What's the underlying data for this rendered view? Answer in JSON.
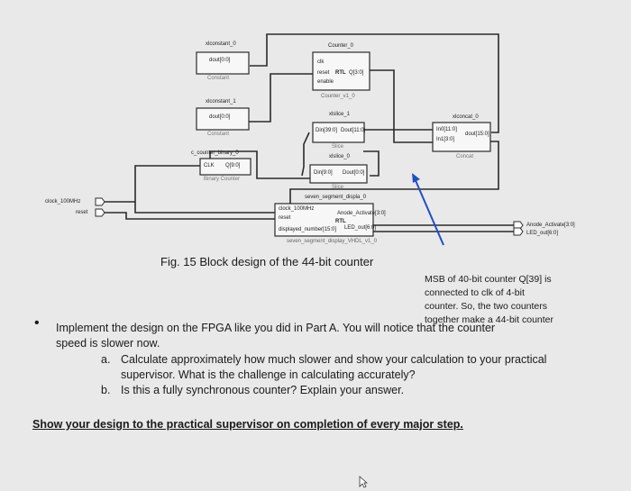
{
  "diagram": {
    "blocks": {
      "xlconstant_0": {
        "title": "xlconstant_0",
        "port": "dout[0:0]",
        "subtitle": "Constant"
      },
      "xlconstant_1": {
        "title": "xlconstant_1",
        "port": "dout[0:0]",
        "subtitle": "Constant"
      },
      "counter_binary_0": {
        "title": "c_counter_binary_0",
        "ports": [
          "CLK",
          "Q[9:0]"
        ],
        "subtitle": "Binary Counter"
      },
      "counter_0": {
        "title": "Counter_0",
        "ports": [
          "clk",
          "reset",
          "enable",
          "Q[3:0]"
        ],
        "badge": "RTL",
        "subtitle": "Counter_v1_0"
      },
      "xlslice_1": {
        "title": "xlslice_1",
        "ports": [
          "Din[39:0]",
          "Dout[11:0]"
        ],
        "subtitle": "Slice"
      },
      "xlslice_0": {
        "title": "xlslice_0",
        "ports": [
          "Din[9:0]",
          "Dout[0:0]"
        ],
        "subtitle": "Slice"
      },
      "xlconcat_0": {
        "title": "xlconcat_0",
        "ports": [
          "In0[11:0]",
          "In1[3:0]",
          "dout[15:0]"
        ],
        "subtitle": "Concat"
      },
      "seven_segment": {
        "title": "seven_segment_displa_0",
        "ports": [
          "clock_100MHz",
          "reset",
          "displayed_number[15:0]",
          "Anode_Activate[3:0]",
          "LED_out[6:0]"
        ],
        "badge": "RTL",
        "subtitle": "seven_segment_display_VHDL_v1_0"
      }
    },
    "external_ports": {
      "inputs": [
        "clock_100MHz",
        "reset"
      ],
      "outputs": [
        "Anode_Activate[3:0]",
        "LED_out[6:0]"
      ]
    }
  },
  "caption": "Fig. 15 Block design of the 44-bit counter",
  "note": [
    "MSB of 40-bit counter Q[39] is",
    "connected to clk of 4-bit",
    "counter. So, the two counters",
    "together make a 44-bit counter"
  ],
  "bullet": "•",
  "instruction_lines": [
    "Implement the design on the FPGA like you did in Part A. You will notice that the counter",
    "speed is slower now."
  ],
  "items": [
    {
      "label": "a.",
      "lines": [
        "Calculate approximately how much slower and show your calculation to your practical",
        "supervisor. What is the challenge in calculating accurately?"
      ]
    },
    {
      "label": "b.",
      "lines": [
        "Is this a fully synchronous counter? Explain your answer."
      ]
    }
  ],
  "footer": "Show your design to the practical supervisor on completion of every major step.",
  "colors": {
    "background": "#e9e9e9",
    "wire": "#2b2b2b",
    "arrow": "#1f4fc8",
    "block_fill": "#f7f7f7"
  }
}
